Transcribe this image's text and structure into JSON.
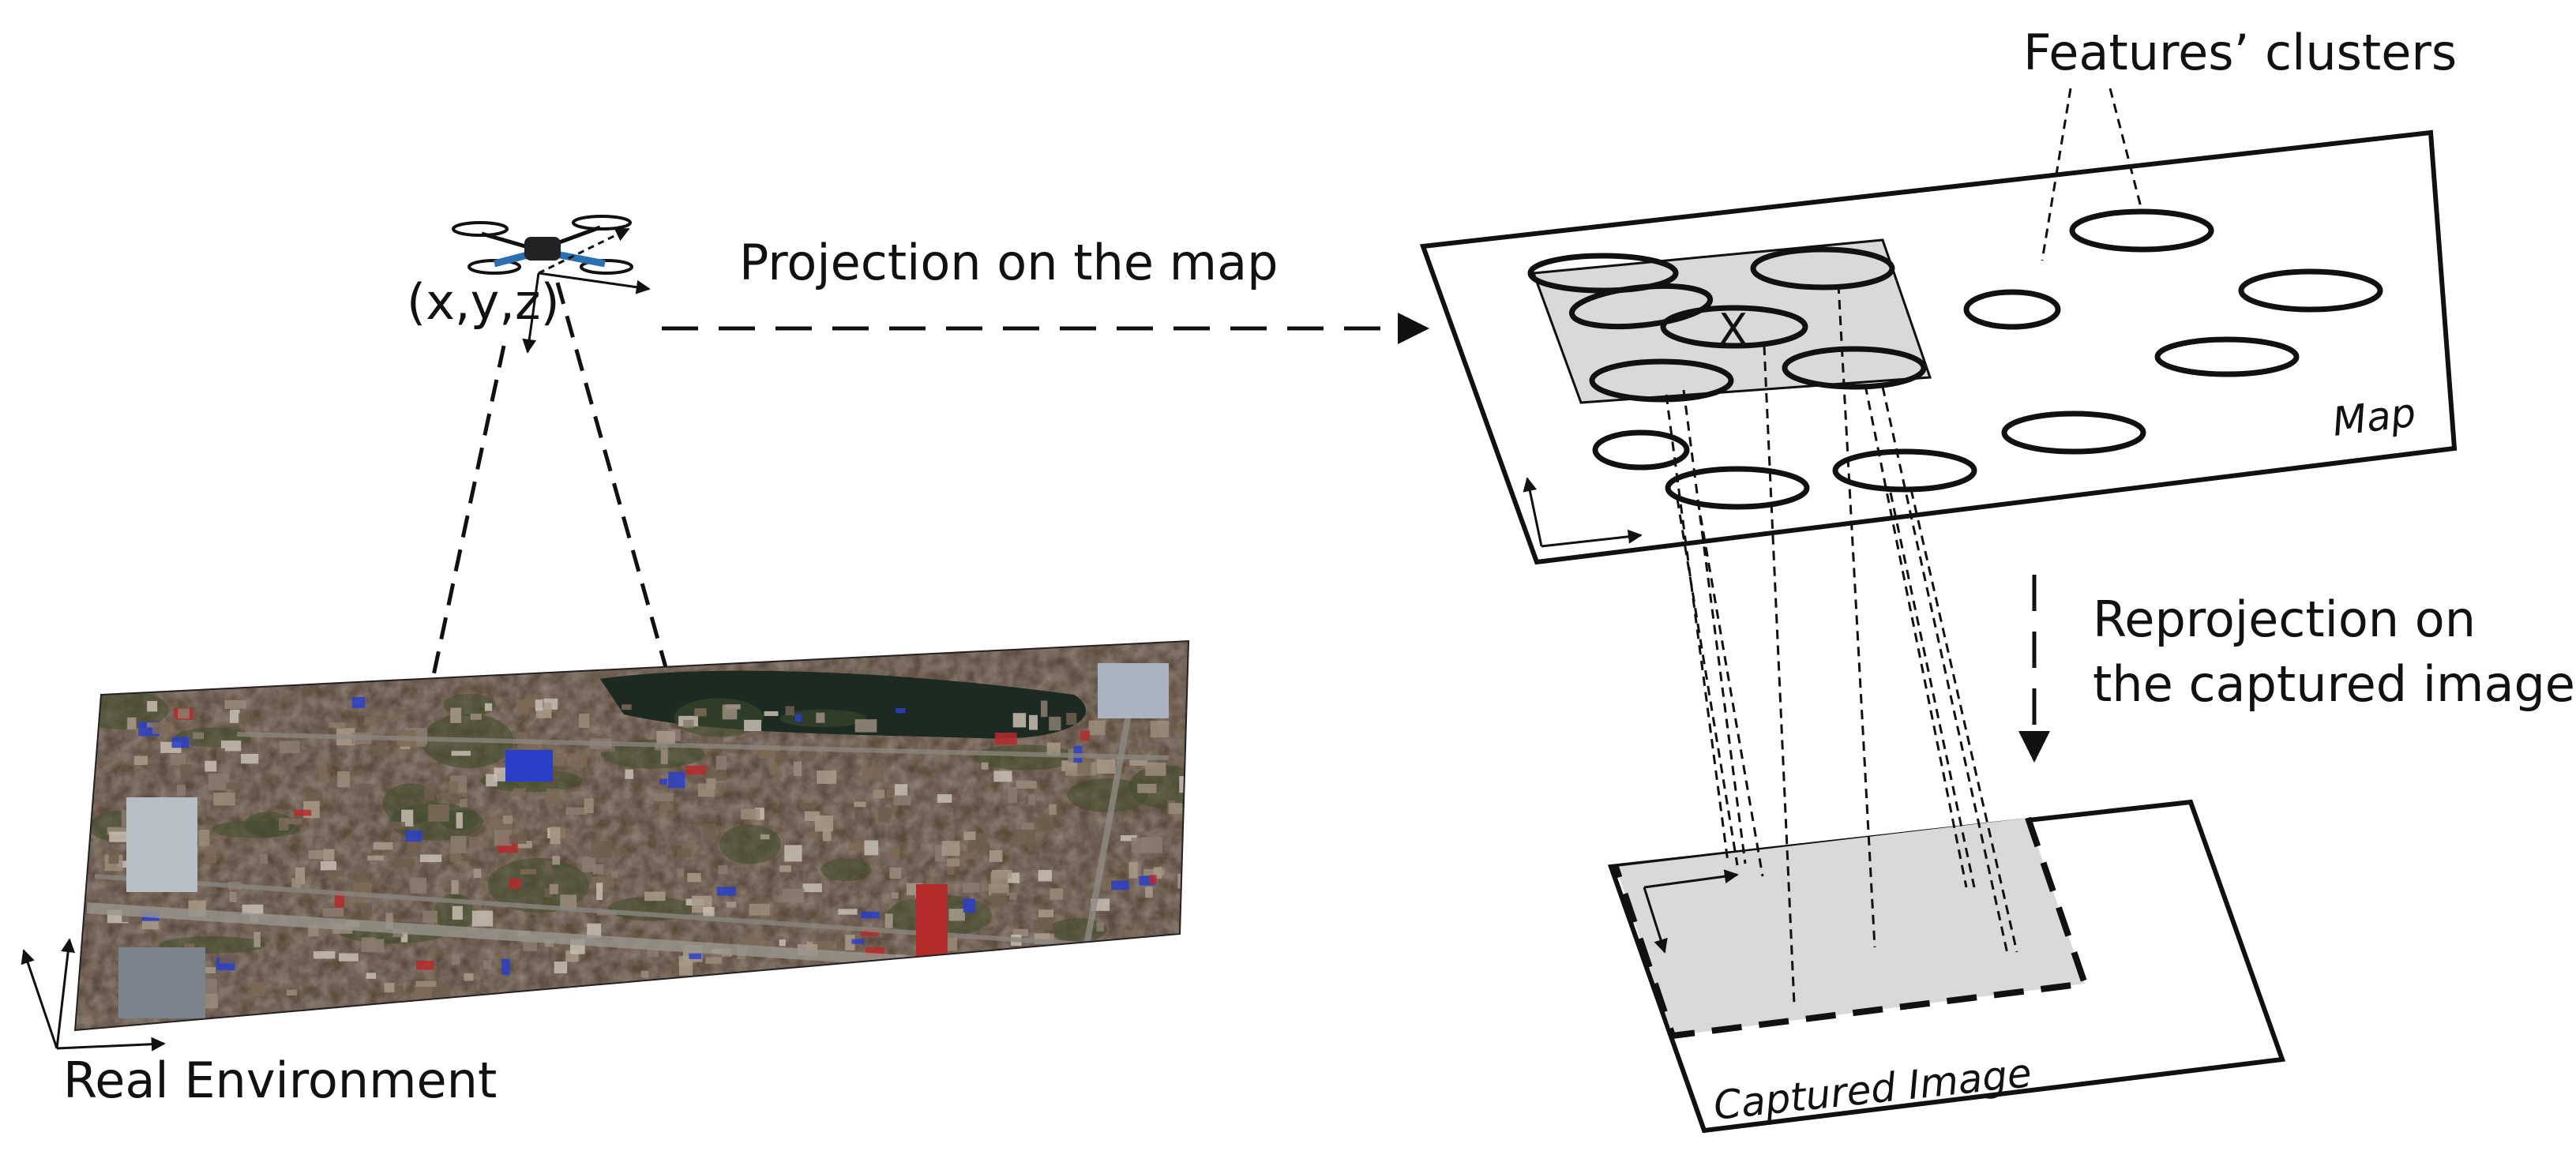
{
  "labels": {
    "drone_coords": "(x,y,z)",
    "projection": "Projection on the map",
    "features_clusters": "Features’ clusters",
    "map": "Map",
    "reprojection_line1": "Reprojection on",
    "reprojection_line2": "the captured image",
    "real_environment": "Real Environment",
    "captured_image": "Captured Image",
    "cluster_marker": "X"
  },
  "colors": {
    "line": "#111111",
    "shaded": "#d9d9d9",
    "drone_arm": "#2a6fb0",
    "vegetation": "#3f4a2c",
    "water": "#1c2a22",
    "roof_blue": "#2a3fc9",
    "roof_red": "#b52a2a"
  }
}
